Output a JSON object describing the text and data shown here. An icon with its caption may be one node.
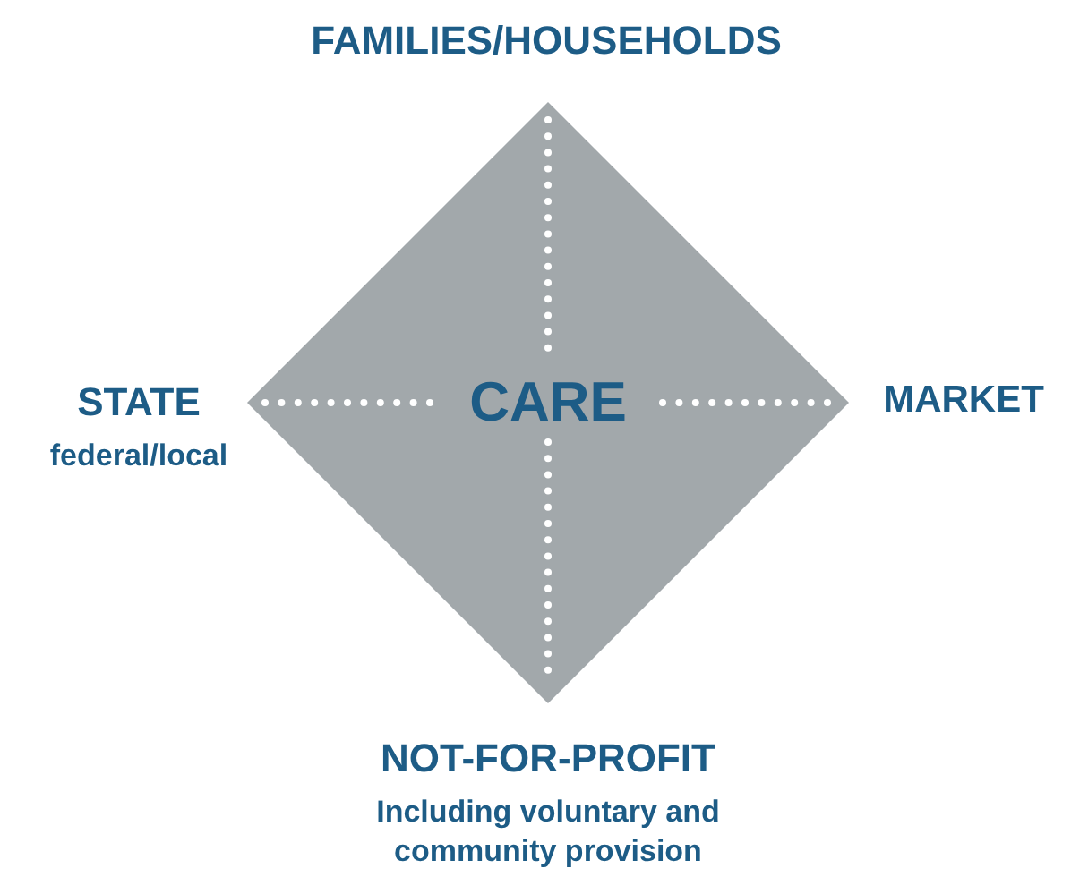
{
  "diagram": {
    "nodes": [
      {
        "text": [
          "CARE"
        ]
      },
      {
        "text": [
          "FAMILIES/HOUSEHOLDS"
        ]
      },
      {
        "text": [
          "STATE",
          "federal/local"
        ]
      },
      {
        "text": [
          "MARKET"
        ]
      },
      {
        "text": [
          "NOT-FOR-PROFIT",
          "Including voluntary and community provision"
        ]
      }
    ],
    "edges": []
  }
}
